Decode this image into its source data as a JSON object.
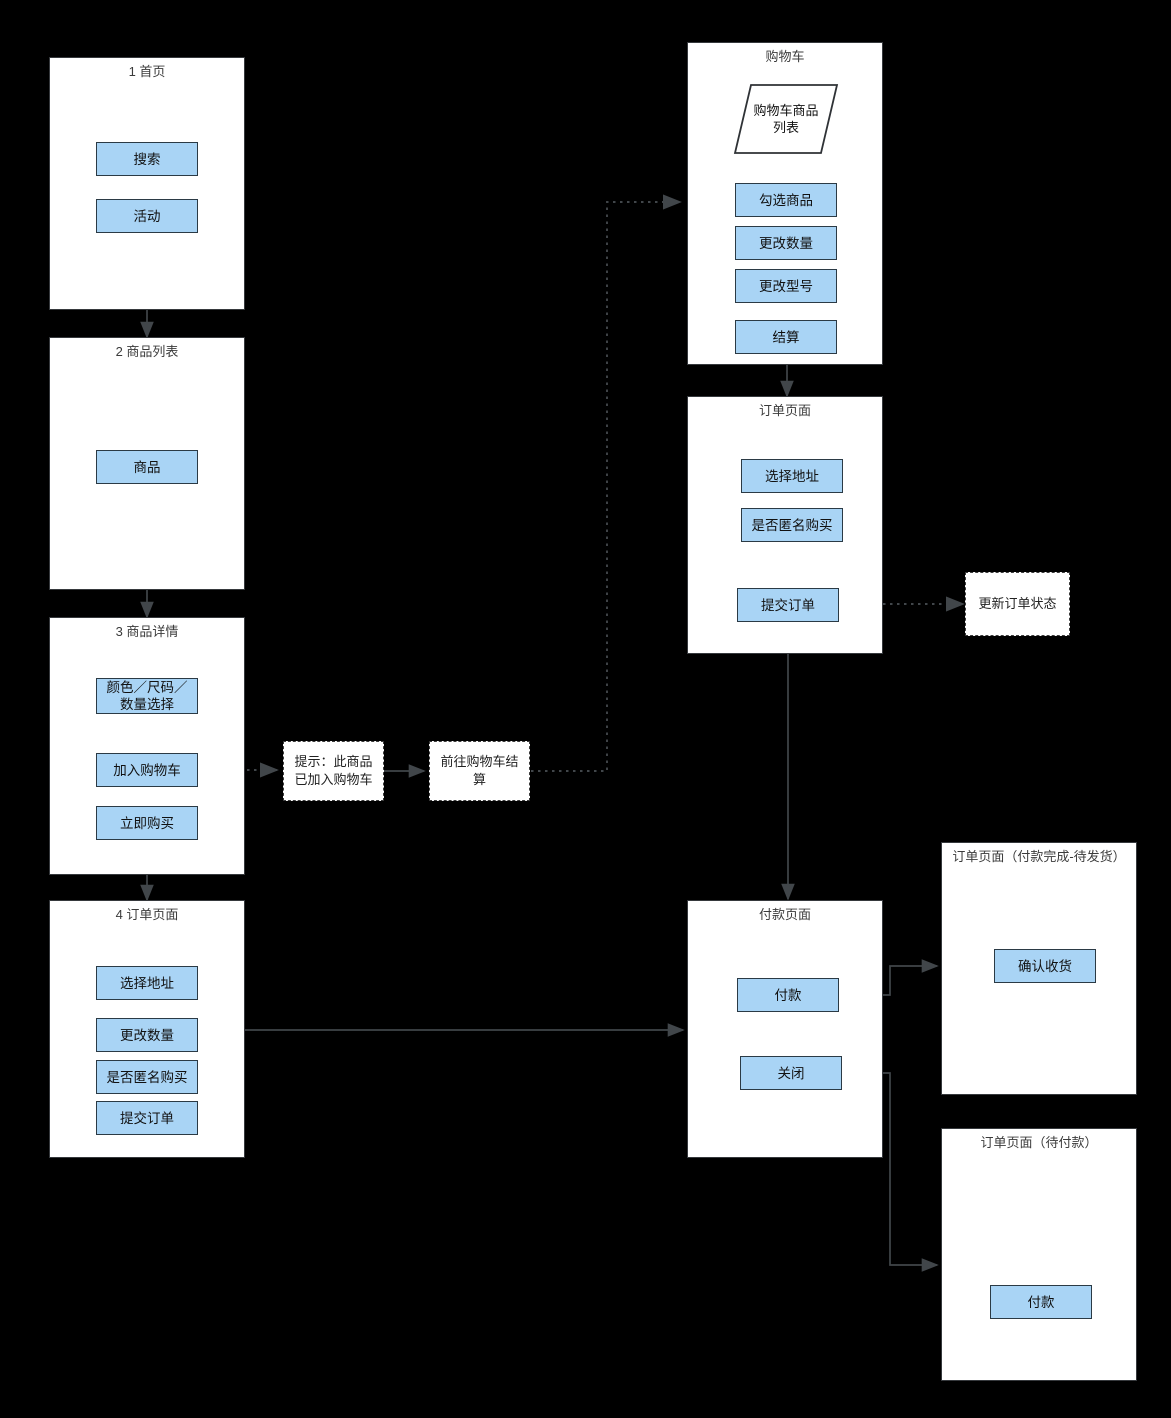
{
  "meta": {
    "diagram_type": "flowchart",
    "background_color": "#000000",
    "page_fill": "#ffffff",
    "button_fill": "#a9d4f5",
    "stroke_color": "#36393d"
  },
  "pages": {
    "home": {
      "title": "1 首页",
      "buttons": [
        {
          "label": "搜索"
        },
        {
          "label": "活动"
        }
      ]
    },
    "product_list": {
      "title": "2 商品列表",
      "buttons": [
        {
          "label": "商品"
        }
      ]
    },
    "product_detail": {
      "title": "3 商品详情",
      "buttons": [
        {
          "label": "颜色／尺码／\n数量选择",
          "line1": "颜色／尺码／",
          "line2": "数量选择"
        },
        {
          "label": "加入购物车"
        },
        {
          "label": "立即购买"
        }
      ]
    },
    "order_page_4": {
      "title": "4 订单页面",
      "buttons": [
        {
          "label": "选择地址"
        },
        {
          "label": "更改数量"
        },
        {
          "label": "是否匿名购买"
        },
        {
          "label": "提交订单"
        }
      ]
    },
    "cart": {
      "title": "购物车",
      "data_node": {
        "line1": "购物车商品",
        "line2": "列表"
      },
      "buttons": [
        {
          "label": "勾选商品"
        },
        {
          "label": "更改数量"
        },
        {
          "label": "更改型号"
        },
        {
          "label": "结算"
        }
      ]
    },
    "order_page": {
      "title": "订单页面",
      "buttons": [
        {
          "label": "选择地址"
        },
        {
          "label": "是否匿名购买"
        },
        {
          "label": "提交订单"
        }
      ]
    },
    "payment_page": {
      "title": "付款页面",
      "buttons": [
        {
          "label": "付款"
        },
        {
          "label": "关闭"
        }
      ]
    },
    "order_paid": {
      "title": "订单页面（付款完成-待发货）",
      "buttons": [
        {
          "label": "确认收货"
        }
      ]
    },
    "order_unpaid": {
      "title": "订单页面（待付款）",
      "buttons": [
        {
          "label": "付款"
        }
      ]
    }
  },
  "notes": {
    "toast_added_to_cart": {
      "line1": "提示：此商品",
      "line2": "已加入购物车"
    },
    "go_to_cart_checkout": {
      "line1": "前往购物车结",
      "line2": "算"
    },
    "update_order_status": {
      "label": "更新订单状态"
    }
  }
}
